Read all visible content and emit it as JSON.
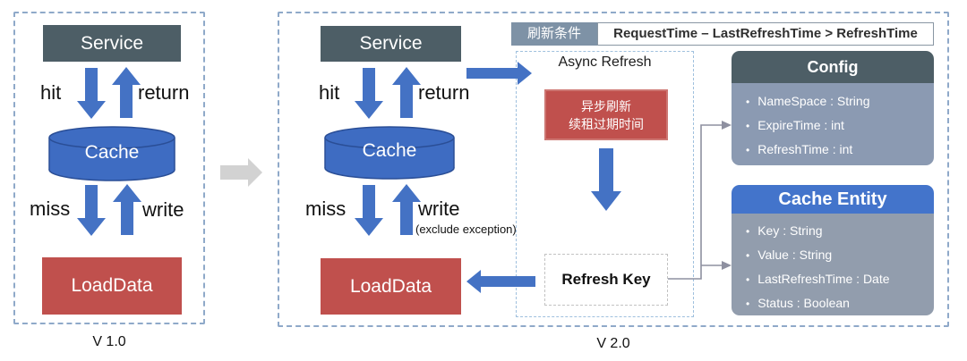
{
  "v1": {
    "caption": "V 1.0",
    "service": "Service",
    "cache": "Cache",
    "loaddata": "LoadData",
    "flow": {
      "hit": "hit",
      "return": "return",
      "miss": "miss",
      "write": "write"
    }
  },
  "v2": {
    "caption": "V 2.0",
    "service": "Service",
    "cache": "Cache",
    "loaddata": "LoadData",
    "flow": {
      "hit": "hit",
      "return": "return",
      "miss": "miss",
      "write": "write",
      "write_note": "(exclude exception)"
    },
    "refresh_condition": {
      "label": "刷新条件",
      "formula": "RequestTime – LastRefreshTime > RefreshTime"
    },
    "async_refresh": {
      "title": "Async Refresh",
      "action_line1": "异步刷新",
      "action_line2": "续租过期时间",
      "refresh_key": "Refresh Key"
    },
    "config": {
      "title": "Config",
      "fields": [
        "NameSpace : String",
        "ExpireTime : int",
        "RefreshTime : int"
      ]
    },
    "cache_entity": {
      "title": "Cache Entity",
      "fields": [
        "Key : String",
        "Value : String",
        "LastRefreshTime : Date",
        "Status : Boolean"
      ]
    }
  },
  "colors": {
    "service_box": "#4d5e66",
    "cache_cylinder": "#3e6cc2",
    "loaddata_box": "#c0504d",
    "flow_arrow": "#4472c4",
    "panel_border": "#8fa9c9",
    "transition_arrow": "#d2d2d2",
    "condition_label_bg": "#7e92a6",
    "config_header_bg": "#4d5e66",
    "config_body_bg": "#8b9ab2",
    "entity_header_bg": "#4374cb",
    "entity_body_bg": "#929dad",
    "connector_line": "#8e90a0"
  }
}
